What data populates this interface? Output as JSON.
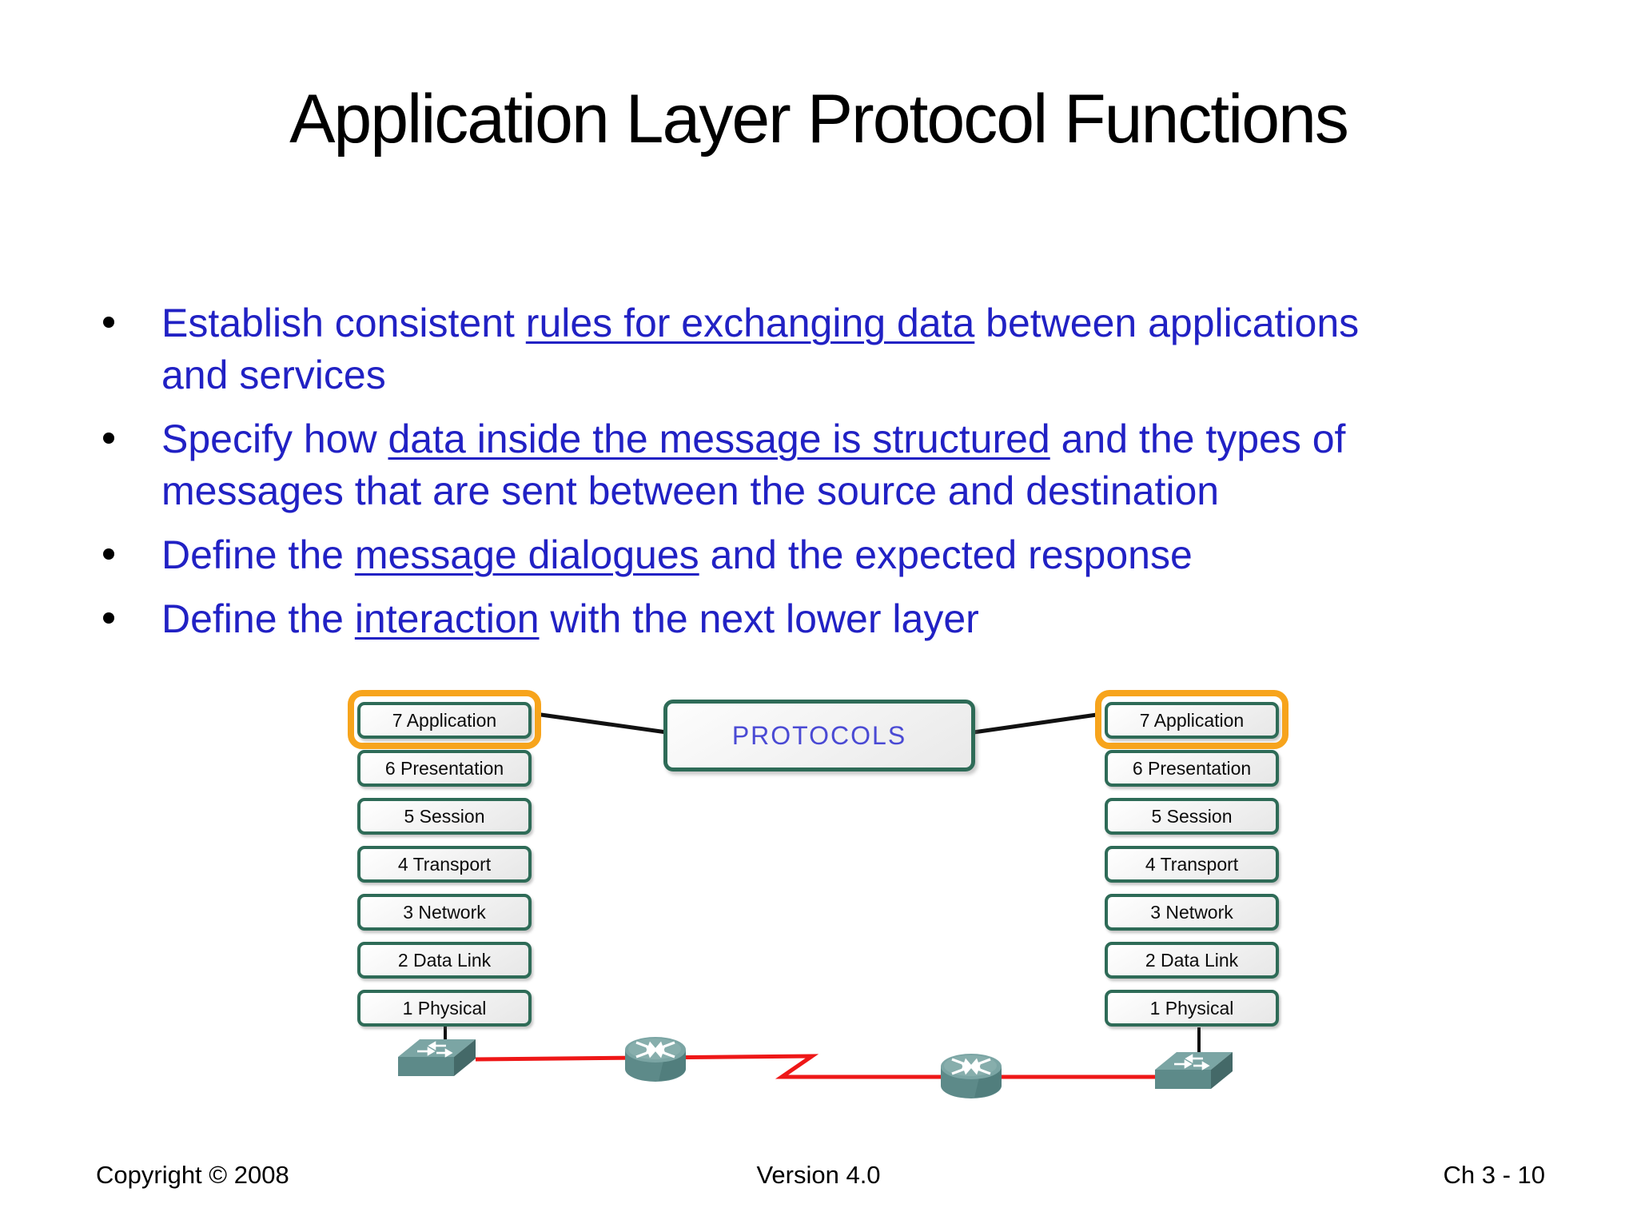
{
  "slide": {
    "title": "Application Layer Protocol Functions"
  },
  "bullets": [
    {
      "segments": [
        {
          "text": "Establish consistent ",
          "u": false
        },
        {
          "text": "rules for exchanging data",
          "u": true
        },
        {
          "text": " between applications\nand services",
          "u": false
        }
      ]
    },
    {
      "segments": [
        {
          "text": "Specify how ",
          "u": false
        },
        {
          "text": "data inside the message is structured",
          "u": true
        },
        {
          "text": " and the types of\nmessages that are sent between the source and destination",
          "u": false
        }
      ]
    },
    {
      "segments": [
        {
          "text": "Define the ",
          "u": false
        },
        {
          "text": "message dialogues",
          "u": true
        },
        {
          "text": " and the expected response",
          "u": false
        }
      ]
    },
    {
      "segments": [
        {
          "text": "Define the ",
          "u": false
        },
        {
          "text": "interaction",
          "u": true
        },
        {
          "text": " with the next lower layer",
          "u": false
        }
      ]
    }
  ],
  "diagram": {
    "protocols_label": "PROTOCOLS",
    "osi_layers": [
      "7 Application",
      "6 Presentation",
      "5 Session",
      "4 Transport",
      "3 Network",
      "2 Data Link",
      "1 Physical"
    ],
    "highlighted_layer": "7 Application",
    "devices": [
      {
        "type": "switch"
      },
      {
        "type": "router"
      },
      {
        "type": "router"
      },
      {
        "type": "switch"
      }
    ]
  },
  "footer": {
    "left": "Copyright © 2008",
    "center": "Version 4.0",
    "right": "Ch 3 - 10"
  },
  "colors": {
    "title_text": "#000000",
    "bullet_text": "#2121C4",
    "layer_box_border": "#2E6B57",
    "highlight_orange": "#F7A41C",
    "protocols_text": "#4A4AD4",
    "link_red": "#EE1717",
    "device_teal": "#6A9392"
  }
}
